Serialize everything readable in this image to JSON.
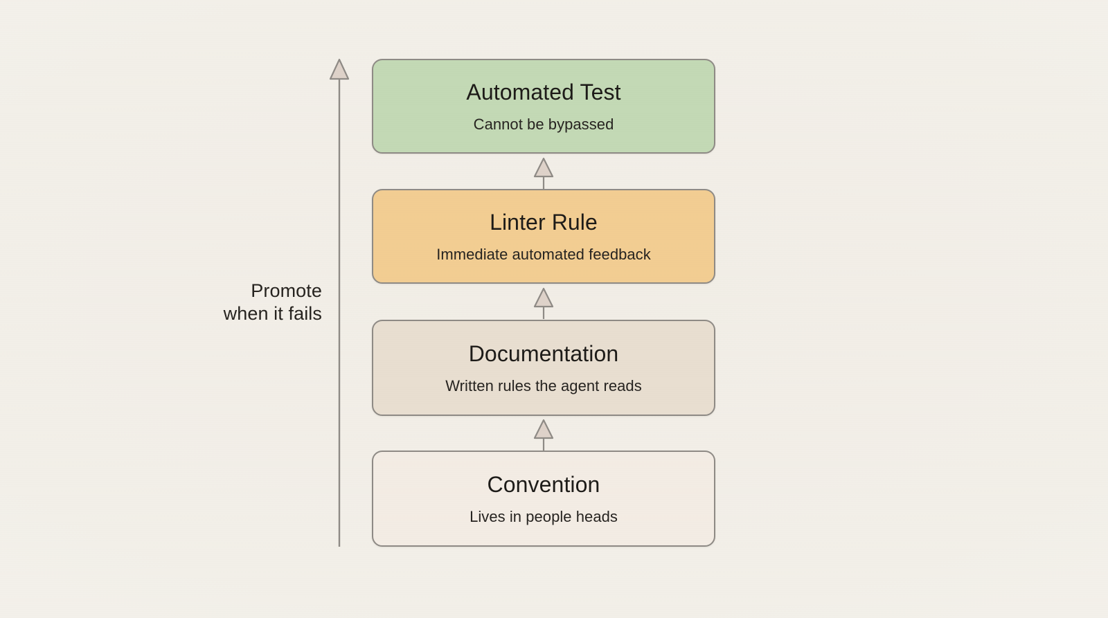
{
  "diagram": {
    "title_internal": "Enforcement escalation ladder",
    "background_color": "#f3f0ea",
    "axis": {
      "label": "Promote\nwhen it fails",
      "direction": "upward",
      "line_color": "#8e8a85",
      "arrowhead_fill": "#ded2c9"
    },
    "levels": [
      {
        "title": "Automated Test",
        "subtitle": "Cannot be bypassed",
        "fill": "#c3d9b5",
        "border": "#8e8a85"
      },
      {
        "title": "Linter Rule",
        "subtitle": "Immediate automated feedback",
        "fill": "#f2cd92",
        "border": "#8e8a85"
      },
      {
        "title": "Documentation",
        "subtitle": "Written rules the agent reads",
        "fill": "#e8ded0",
        "border": "#8e8a85"
      },
      {
        "title": "Convention",
        "subtitle": "Lives in people heads",
        "fill": "#f3ece4",
        "border": "#8e8a85"
      }
    ],
    "connectors": [
      {
        "from": "Linter Rule",
        "to": "Automated Test",
        "icon": "up-arrow-icon"
      },
      {
        "from": "Documentation",
        "to": "Linter Rule",
        "icon": "up-arrow-icon"
      },
      {
        "from": "Convention",
        "to": "Documentation",
        "icon": "up-arrow-icon"
      }
    ]
  }
}
